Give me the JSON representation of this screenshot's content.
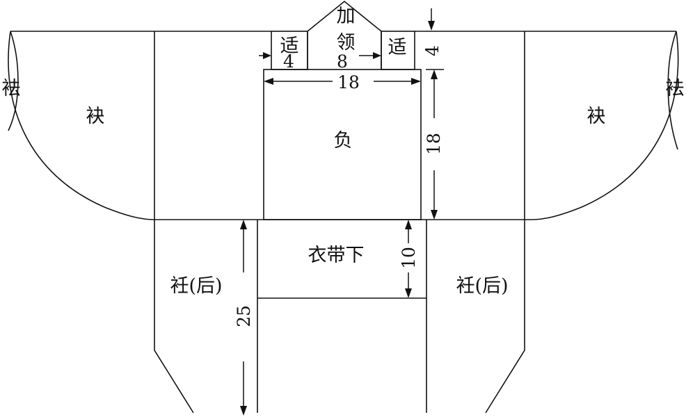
{
  "labels": {
    "jialing_top": "加",
    "jialing_bottom": "领",
    "shi": "适",
    "qu": "袪",
    "mei": "袂",
    "fu": "负",
    "yidaixia": "衣带下",
    "ren_hou": "衽(后)"
  },
  "dimensions": {
    "shi_width": "4",
    "collar_width": "8",
    "back_width": "18",
    "back_height": "18",
    "shi_height": "4",
    "yidaixia_height": "10",
    "ren_height": "25"
  },
  "colors": {
    "line": "#111111",
    "background": "#ffffff"
  }
}
